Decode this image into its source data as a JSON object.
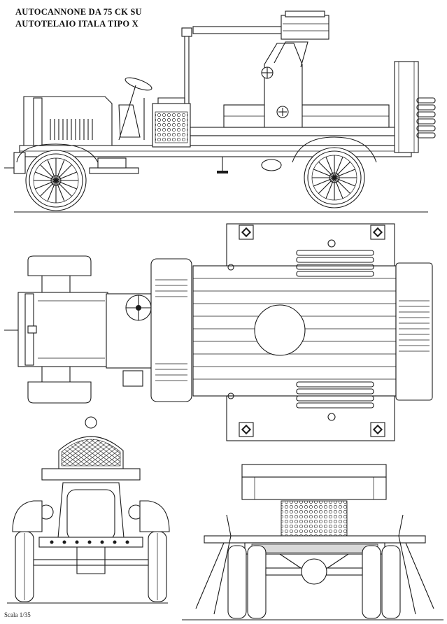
{
  "title": {
    "line1": "AUTOCANNONE DA 75 CK SU",
    "line2": "AUTOTELAIO ITALA TIPO X"
  },
  "scale_label": "Scala 1/35",
  "colors": {
    "line": "#1a1a1a",
    "paper": "#ffffff",
    "hatch": "#d9d9d9"
  }
}
